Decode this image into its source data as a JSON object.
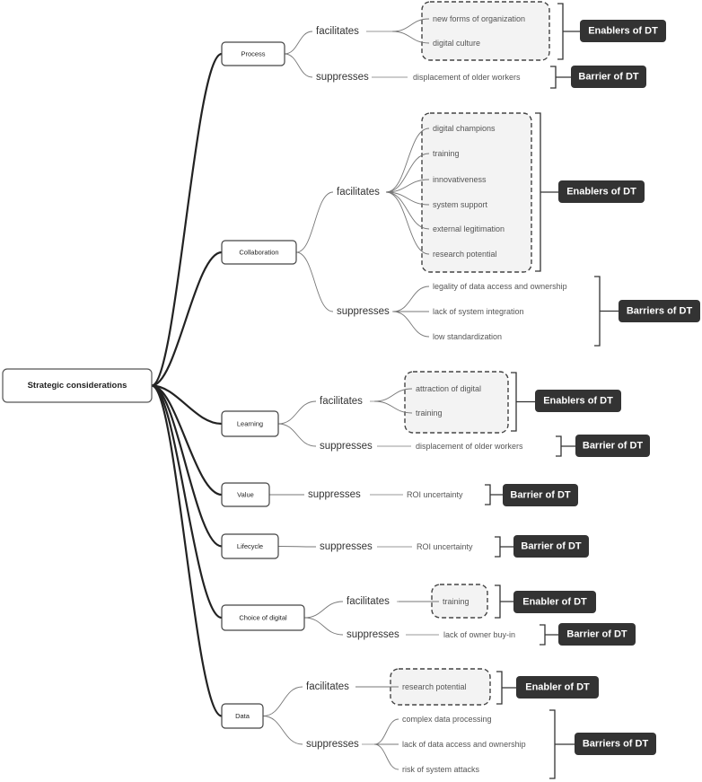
{
  "root": {
    "label": "Strategic considerations"
  },
  "categories": [
    {
      "label": "Process",
      "relations": [
        {
          "type": "facilitates",
          "grouped": true,
          "items": [
            "new forms of organization",
            "digital culture"
          ],
          "badge": "Enablers of DT"
        },
        {
          "type": "suppresses",
          "grouped": false,
          "items": [
            "displacement of older workers"
          ],
          "badge": "Barrier of DT"
        }
      ]
    },
    {
      "label": "Collaboration",
      "relations": [
        {
          "type": "facilitates",
          "grouped": true,
          "items": [
            "digital champions",
            "training",
            "innovativeness",
            "system support",
            "external legitimation",
            "research potential"
          ],
          "badge": "Enablers of DT"
        },
        {
          "type": "suppresses",
          "grouped": false,
          "items": [
            "legality of data access and ownership",
            "lack of system integration",
            "low standardization"
          ],
          "badge": "Barriers of DT"
        }
      ]
    },
    {
      "label": "Learning",
      "relations": [
        {
          "type": "facilitates",
          "grouped": true,
          "items": [
            "attraction of digital",
            "training"
          ],
          "badge": "Enablers of DT"
        },
        {
          "type": "suppresses",
          "grouped": false,
          "items": [
            "displacement of older workers"
          ],
          "badge": "Barrier of DT"
        }
      ]
    },
    {
      "label": "Value",
      "relations": [
        {
          "type": "suppresses",
          "grouped": false,
          "items": [
            "ROI uncertainty"
          ],
          "badge": "Barrier of DT"
        }
      ]
    },
    {
      "label": "Lifecycle",
      "relations": [
        {
          "type": "suppresses",
          "grouped": false,
          "items": [
            "ROI uncertainty"
          ],
          "badge": "Barrier of DT"
        }
      ]
    },
    {
      "label": "Choice of digital",
      "relations": [
        {
          "type": "facilitates",
          "grouped": true,
          "items": [
            "training"
          ],
          "badge": "Enabler of DT"
        },
        {
          "type": "suppresses",
          "grouped": false,
          "items": [
            "lack of owner buy-in"
          ],
          "badge": "Barrier of DT"
        }
      ]
    },
    {
      "label": "Data",
      "relations": [
        {
          "type": "facilitates",
          "grouped": true,
          "items": [
            "research potential"
          ],
          "badge": "Enabler of DT"
        },
        {
          "type": "suppresses",
          "grouped": false,
          "items": [
            "complex data processing",
            "lack of data access and ownership",
            "risk of system attacks"
          ],
          "badge": "Barriers of DT"
        }
      ]
    }
  ]
}
